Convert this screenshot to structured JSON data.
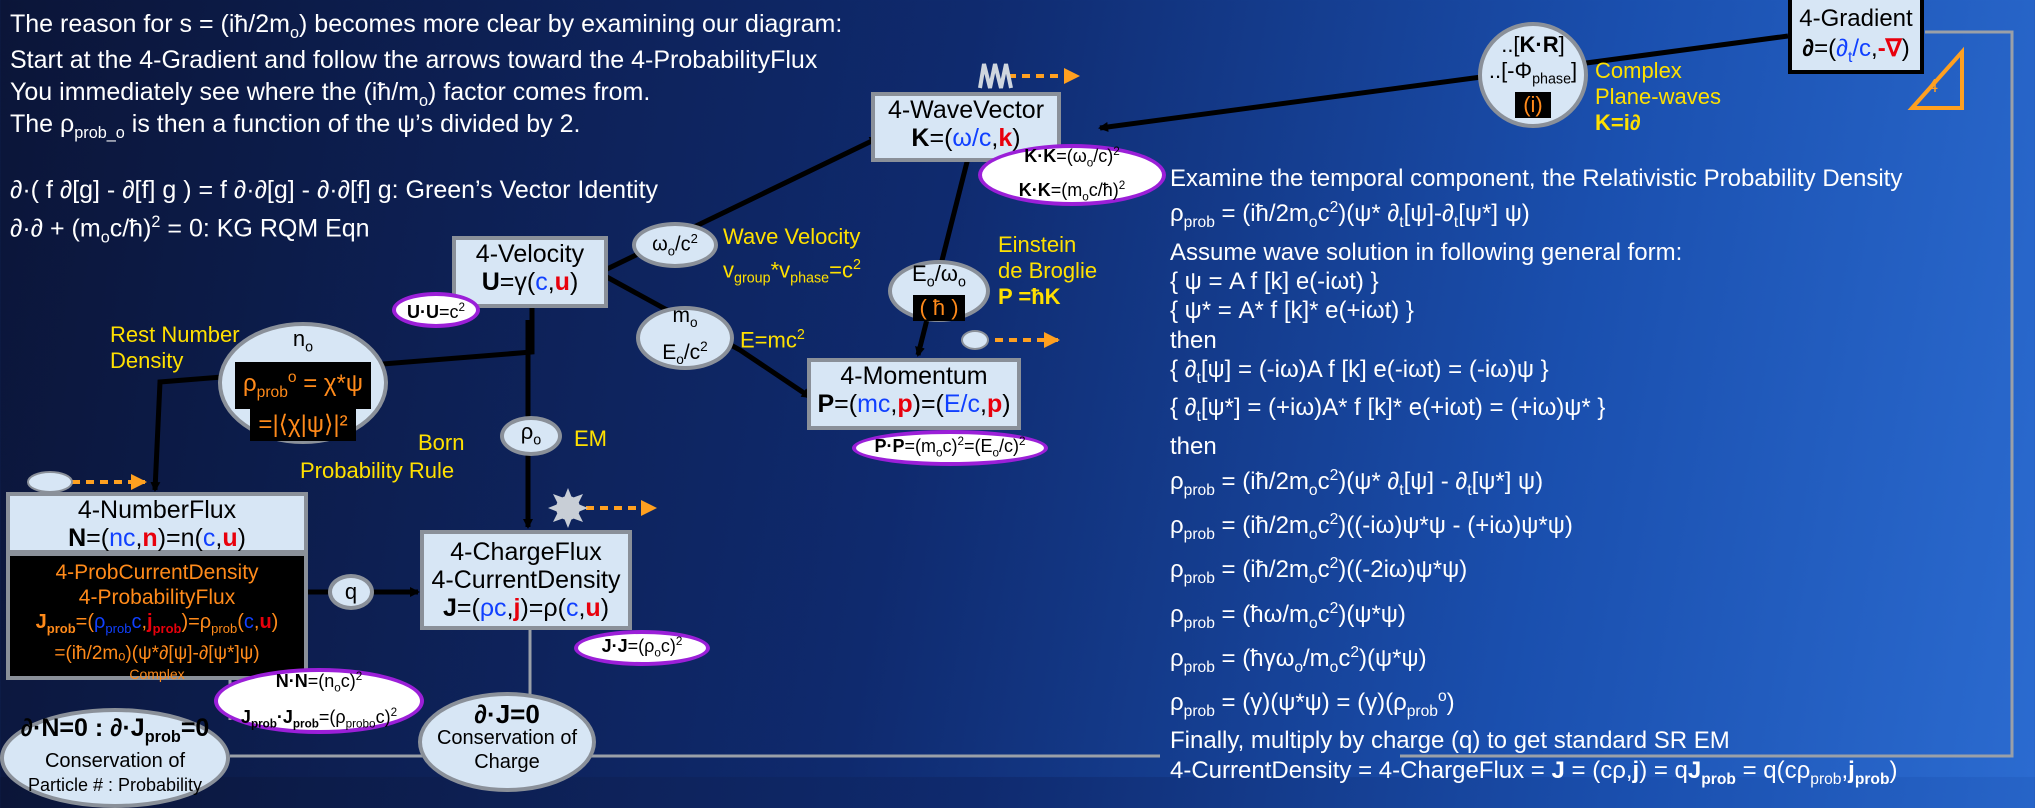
{
  "intro": {
    "l1": "The reason for s = (iħ/2mₒ) becomes more clear by examining our diagram:",
    "l2": "Start at the 4-Gradient and follow the arrows toward the 4-ProbabilityFlux",
    "l3": "You immediately see where the (iħ/mₒ) factor comes from.",
    "l4": "The ρprob_o is then a function of the ψ’s divided by 2.",
    "l5": "∂·( f ∂[g] - ∂[f] g ) = f ∂·∂[g] - ∂·∂[f] g: Green’s Vector Identity",
    "l6": "∂·∂ + (mₒc/ħ)² = 0: KG RQM Eqn"
  },
  "nodes": {
    "gradient": {
      "title": "4-Gradient",
      "formula": "∂=(∂t/c,-∇)"
    },
    "wavevector": {
      "title": "4-WaveVector",
      "formula": "K=(ω/c,k)"
    },
    "velocity": {
      "title": "4-Velocity",
      "formula": "U=γ(c,u)"
    },
    "momentum": {
      "title": "4-Momentum",
      "formula": "P=(mc,p)=(E/c,p)"
    },
    "chargeflux": {
      "t1": "4-ChargeFlux",
      "t2": "4-CurrentDensity",
      "formula": "J=(ρc,j)=ρ(c,u)"
    },
    "numberflux": {
      "title": "4-NumberFlux",
      "formula": "N=(nc,n)=n(c,u)"
    },
    "probflux": {
      "t1": "4-ProbCurrentDensity",
      "t2": "4-ProbabilityFlux",
      "f1": "Jprob=(ρprobc,jprob)=ρprob(c,u)",
      "f2": "=(iħ/2mₒ)(ψ*∂[ψ]-∂[ψ*]ψ)",
      "f3": "Complex"
    }
  },
  "ellipses": {
    "kr": {
      "l1": "..[K·R]",
      "l2": "..[-Φphase]",
      "l3": "(i)"
    },
    "kk": {
      "l1": "K·K=(ωₒ/c)²",
      "l2": "K·K=(mₒc/ħ)²"
    },
    "uu": "U·U=c²",
    "omega": "ωₒ/c²",
    "mo": {
      "l1": "mₒ",
      "l2": "Eₒ/c²"
    },
    "eo": {
      "l1": "Eₒ/ωₒ",
      "l2": "( ħ )"
    },
    "pp": "P·P=(mₒc)²=(Eₒ/c)²",
    "no": {
      "title": "nₒ",
      "l1": "ρprobo = χ*ψ",
      "l2": "=|⟨χ|ψ⟩|²"
    },
    "rho": "ρₒ",
    "q": "q",
    "jj": "J·J=(ρₒc)²",
    "nn": {
      "l1": "N·N=(nₒc)²",
      "l2": "Jprob·Jprob=(ρprobₒc)²"
    },
    "dj": {
      "l1": "∂·J=0",
      "l2": "Conservation of",
      "l3": "Charge"
    },
    "dn": {
      "l1": "∂·N=0 : ∂·Jprob=0",
      "l2": "Conservation of",
      "l3": "Particle # : Probability"
    }
  },
  "labels": {
    "complex": "Complex",
    "planewaves": "Plane-waves",
    "kgrad": "K=i∂",
    "wavevel": "Wave Velocity",
    "vgroup": "vgroup*vphase=c²",
    "einstein": "Einstein",
    "debroglie": "de Broglie",
    "phk": "P =ħK",
    "emc2": "E=mc²",
    "restnum": "Rest Number",
    "density": "Density",
    "born": "Born",
    "probrule": "Probability Rule",
    "em": "EM",
    "tri": "4"
  },
  "right": {
    "r1": "Examine the temporal component, the Relativistic Probability Density",
    "r2": "ρprob = (iħ/2mₒc²)(ψ* ∂t[ψ]-∂t[ψ*] ψ)",
    "r3": "Assume wave solution in following general form:",
    "r4": "{ ψ = A f [k] e(-iωt) }",
    "r5": "{ ψ* = A* f [k]* e(+iωt) }",
    "r6": "then",
    "r7": "{ ∂t[ψ] = (-iω)A f [k] e(-iωt) = (-iω)ψ }",
    "r8": "{ ∂t[ψ*] = (+iω)A* f [k]* e(+iωt) = (+iω)ψ* }",
    "r9": "then",
    "r10": "ρprob = (iħ/2mₒc²)(ψ* ∂t[ψ] - ∂t[ψ*] ψ)",
    "r11": "ρprob = (iħ/2mₒc²)((-iω)ψ*ψ - (+iω)ψ*ψ)",
    "r12": "ρprob = (iħ/2mₒc²)((-2iω)ψ*ψ)",
    "r13": "ρprob = (ħω/mₒc²)(ψ*ψ)",
    "r14": "ρprob = (ħγωₒ/mₒc²)(ψ*ψ)",
    "r15": "ρprob = (γ)(ψ*ψ) = (γ)(ρprobo)",
    "r16": "Finally, multiply by charge (q) to get standard SR EM",
    "r17": "4-CurrentDensity = 4-ChargeFlux = J = (cρ,j) = qJprob = q(cρprobjprob)"
  },
  "colors": {
    "yellow": "#ffe000",
    "orange": "#ff8a1a",
    "purple": "#9b1fd8",
    "box": "#d7e6f5"
  }
}
